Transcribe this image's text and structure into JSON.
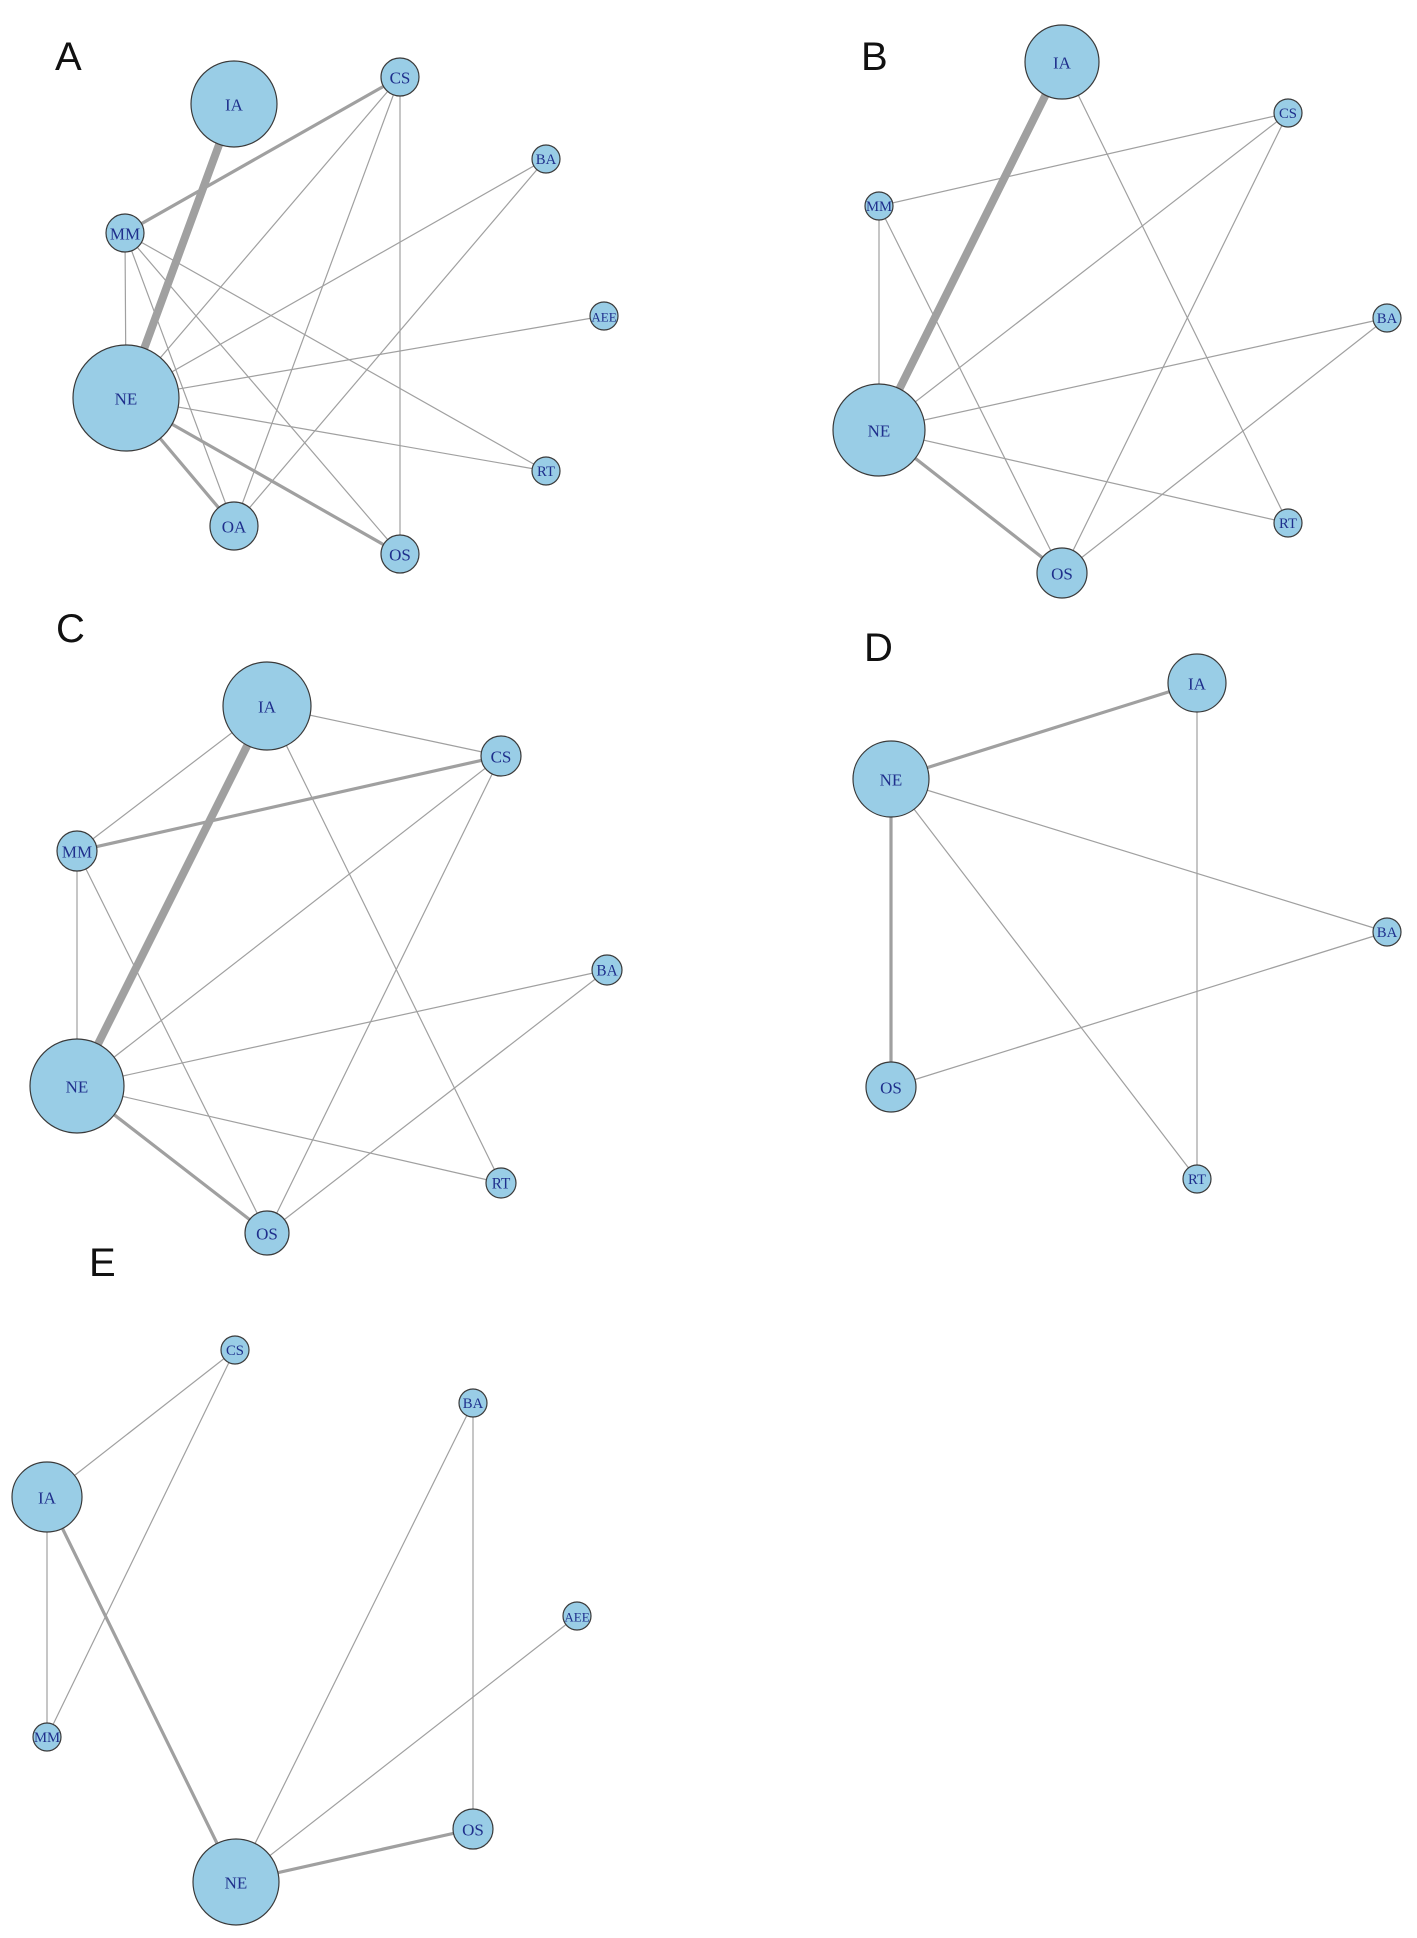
{
  "style": {
    "node_fill": "#99cde6",
    "node_stroke": "#3a3a3a",
    "node_label_color": "#1f2f8c",
    "edge_color": "#a0a0a0"
  },
  "panels": [
    {
      "label": "A",
      "nodes": [
        "IA",
        "CS",
        "BA",
        "AEE",
        "RT",
        "OS",
        "OA",
        "NE",
        "MM"
      ],
      "edges": [
        {
          "from": "IA",
          "to": "NE",
          "weight": "thick"
        },
        {
          "from": "MM",
          "to": "CS",
          "weight": "medium"
        },
        {
          "from": "NE",
          "to": "OS",
          "weight": "medium"
        },
        {
          "from": "NE",
          "to": "OA",
          "weight": "medium"
        },
        {
          "from": "MM",
          "to": "NE",
          "weight": "thin"
        },
        {
          "from": "MM",
          "to": "OA",
          "weight": "thin"
        },
        {
          "from": "MM",
          "to": "OS",
          "weight": "thin"
        },
        {
          "from": "MM",
          "to": "RT",
          "weight": "thin"
        },
        {
          "from": "CS",
          "to": "NE",
          "weight": "thin"
        },
        {
          "from": "CS",
          "to": "OA",
          "weight": "thin"
        },
        {
          "from": "CS",
          "to": "OS",
          "weight": "thin"
        },
        {
          "from": "BA",
          "to": "NE",
          "weight": "thin"
        },
        {
          "from": "BA",
          "to": "OA",
          "weight": "thin"
        },
        {
          "from": "AEE",
          "to": "NE",
          "weight": "thin"
        },
        {
          "from": "NE",
          "to": "RT",
          "weight": "thin"
        }
      ]
    },
    {
      "label": "B",
      "nodes": [
        "IA",
        "CS",
        "BA",
        "RT",
        "OS",
        "NE",
        "MM"
      ],
      "edges": [
        {
          "from": "IA",
          "to": "NE",
          "weight": "thick"
        },
        {
          "from": "NE",
          "to": "OS",
          "weight": "medium"
        },
        {
          "from": "MM",
          "to": "NE",
          "weight": "thin"
        },
        {
          "from": "MM",
          "to": "CS",
          "weight": "thin"
        },
        {
          "from": "MM",
          "to": "OS",
          "weight": "thin"
        },
        {
          "from": "IA",
          "to": "RT",
          "weight": "thin"
        },
        {
          "from": "CS",
          "to": "NE",
          "weight": "thin"
        },
        {
          "from": "CS",
          "to": "OS",
          "weight": "thin"
        },
        {
          "from": "BA",
          "to": "NE",
          "weight": "thin"
        },
        {
          "from": "BA",
          "to": "OS",
          "weight": "thin"
        },
        {
          "from": "NE",
          "to": "RT",
          "weight": "thin"
        }
      ]
    },
    {
      "label": "C",
      "nodes": [
        "IA",
        "CS",
        "BA",
        "RT",
        "OS",
        "NE",
        "MM"
      ],
      "edges": [
        {
          "from": "IA",
          "to": "NE",
          "weight": "thick"
        },
        {
          "from": "MM",
          "to": "CS",
          "weight": "medium"
        },
        {
          "from": "NE",
          "to": "OS",
          "weight": "medium"
        },
        {
          "from": "IA",
          "to": "CS",
          "weight": "thin"
        },
        {
          "from": "IA",
          "to": "MM",
          "weight": "thin"
        },
        {
          "from": "IA",
          "to": "RT",
          "weight": "thin"
        },
        {
          "from": "MM",
          "to": "NE",
          "weight": "thin"
        },
        {
          "from": "MM",
          "to": "OS",
          "weight": "thin"
        },
        {
          "from": "CS",
          "to": "NE",
          "weight": "thin"
        },
        {
          "from": "CS",
          "to": "OS",
          "weight": "thin"
        },
        {
          "from": "BA",
          "to": "NE",
          "weight": "thin"
        },
        {
          "from": "BA",
          "to": "OS",
          "weight": "thin"
        },
        {
          "from": "NE",
          "to": "RT",
          "weight": "thin"
        }
      ]
    },
    {
      "label": "D",
      "nodes": [
        "IA",
        "BA",
        "RT",
        "OS",
        "NE"
      ],
      "edges": [
        {
          "from": "NE",
          "to": "IA",
          "weight": "medium"
        },
        {
          "from": "NE",
          "to": "OS",
          "weight": "medium"
        },
        {
          "from": "NE",
          "to": "BA",
          "weight": "thin"
        },
        {
          "from": "NE",
          "to": "RT",
          "weight": "thin"
        },
        {
          "from": "IA",
          "to": "RT",
          "weight": "thin"
        },
        {
          "from": "OS",
          "to": "BA",
          "weight": "thin"
        }
      ]
    },
    {
      "label": "E",
      "nodes": [
        "CS",
        "BA",
        "AEE",
        "OS",
        "NE",
        "MM",
        "IA"
      ],
      "edges": [
        {
          "from": "IA",
          "to": "NE",
          "weight": "medium"
        },
        {
          "from": "NE",
          "to": "OS",
          "weight": "medium"
        },
        {
          "from": "IA",
          "to": "CS",
          "weight": "thin"
        },
        {
          "from": "IA",
          "to": "MM",
          "weight": "thin"
        },
        {
          "from": "CS",
          "to": "MM",
          "weight": "thin"
        },
        {
          "from": "BA",
          "to": "NE",
          "weight": "thin"
        },
        {
          "from": "BA",
          "to": "OS",
          "weight": "thin"
        },
        {
          "from": "AEE",
          "to": "NE",
          "weight": "thin"
        }
      ]
    }
  ]
}
